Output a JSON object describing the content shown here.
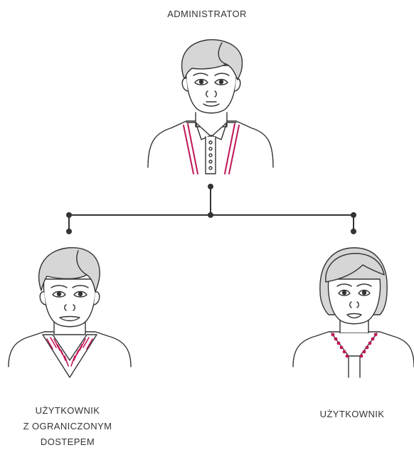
{
  "nodes": {
    "admin": {
      "label": "ADMINISTRATOR"
    },
    "limited_user": {
      "label_lines": [
        "UŻYTKOWNIK",
        "Z OGRANICZONYM",
        "DOSTEPEM"
      ]
    },
    "user": {
      "label": "UŻYTKOWNIK"
    }
  },
  "colors": {
    "line": "#333333",
    "accent": "#c0185a",
    "hair": "#d6d6d6",
    "skin": "#ffffff"
  },
  "icons": [
    "male-admin-avatar-icon",
    "male-limited-user-avatar-icon",
    "female-user-avatar-icon"
  ]
}
